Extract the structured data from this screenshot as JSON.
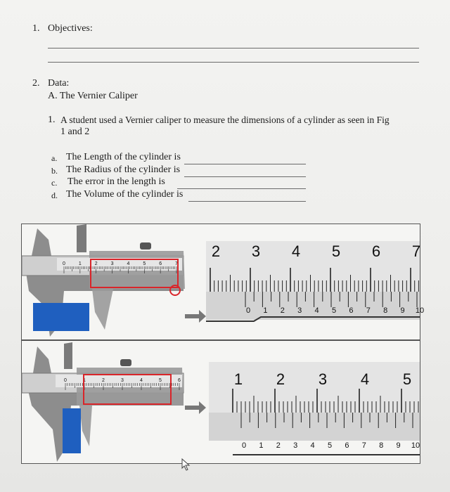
{
  "section1": {
    "number": "1.",
    "label": "Objectives:"
  },
  "section2": {
    "number": "2.",
    "label": "Data:",
    "subheading": "A. The Vernier Caliper"
  },
  "question": {
    "number": "1.",
    "line1": "A student used a Vernier caliper to measure the dimensions of a cylinder as seen in Fig",
    "line2": "1 and 2"
  },
  "items": [
    {
      "letter": "a.",
      "text": "The Length of the cylinder is"
    },
    {
      "letter": "b.",
      "text": "The Radius of the cylinder is"
    },
    {
      "letter": "c.",
      "text": "The error in the length is"
    },
    {
      "letter": "d.",
      "text": "The Volume of the cylinder is"
    }
  ],
  "figure1": {
    "main_scale_numbers": [
      "2",
      "3",
      "4",
      "5",
      "6",
      "7"
    ],
    "vernier_numbers": [
      "0",
      "1",
      "2",
      "3",
      "4",
      "5",
      "6",
      "7",
      "8",
      "9",
      "10"
    ],
    "small_main_numbers": [
      "0",
      "1",
      "2",
      "3",
      "4",
      "5",
      "6",
      "7"
    ],
    "object_color": "#1f5fbf"
  },
  "figure2": {
    "main_scale_numbers": [
      "1",
      "2",
      "3",
      "4",
      "5"
    ],
    "vernier_numbers": [
      "0",
      "1",
      "2",
      "3",
      "4",
      "5",
      "6",
      "7",
      "8",
      "9",
      "10"
    ],
    "small_main_numbers": [
      "0",
      "1",
      "2",
      "3",
      "4",
      "5",
      "6"
    ],
    "object_color": "#1f5fbf"
  },
  "colors": {
    "highlight": "#d9252a",
    "caliper_body": "#8d8d8d",
    "scale_bg": "#dcdcdc"
  }
}
